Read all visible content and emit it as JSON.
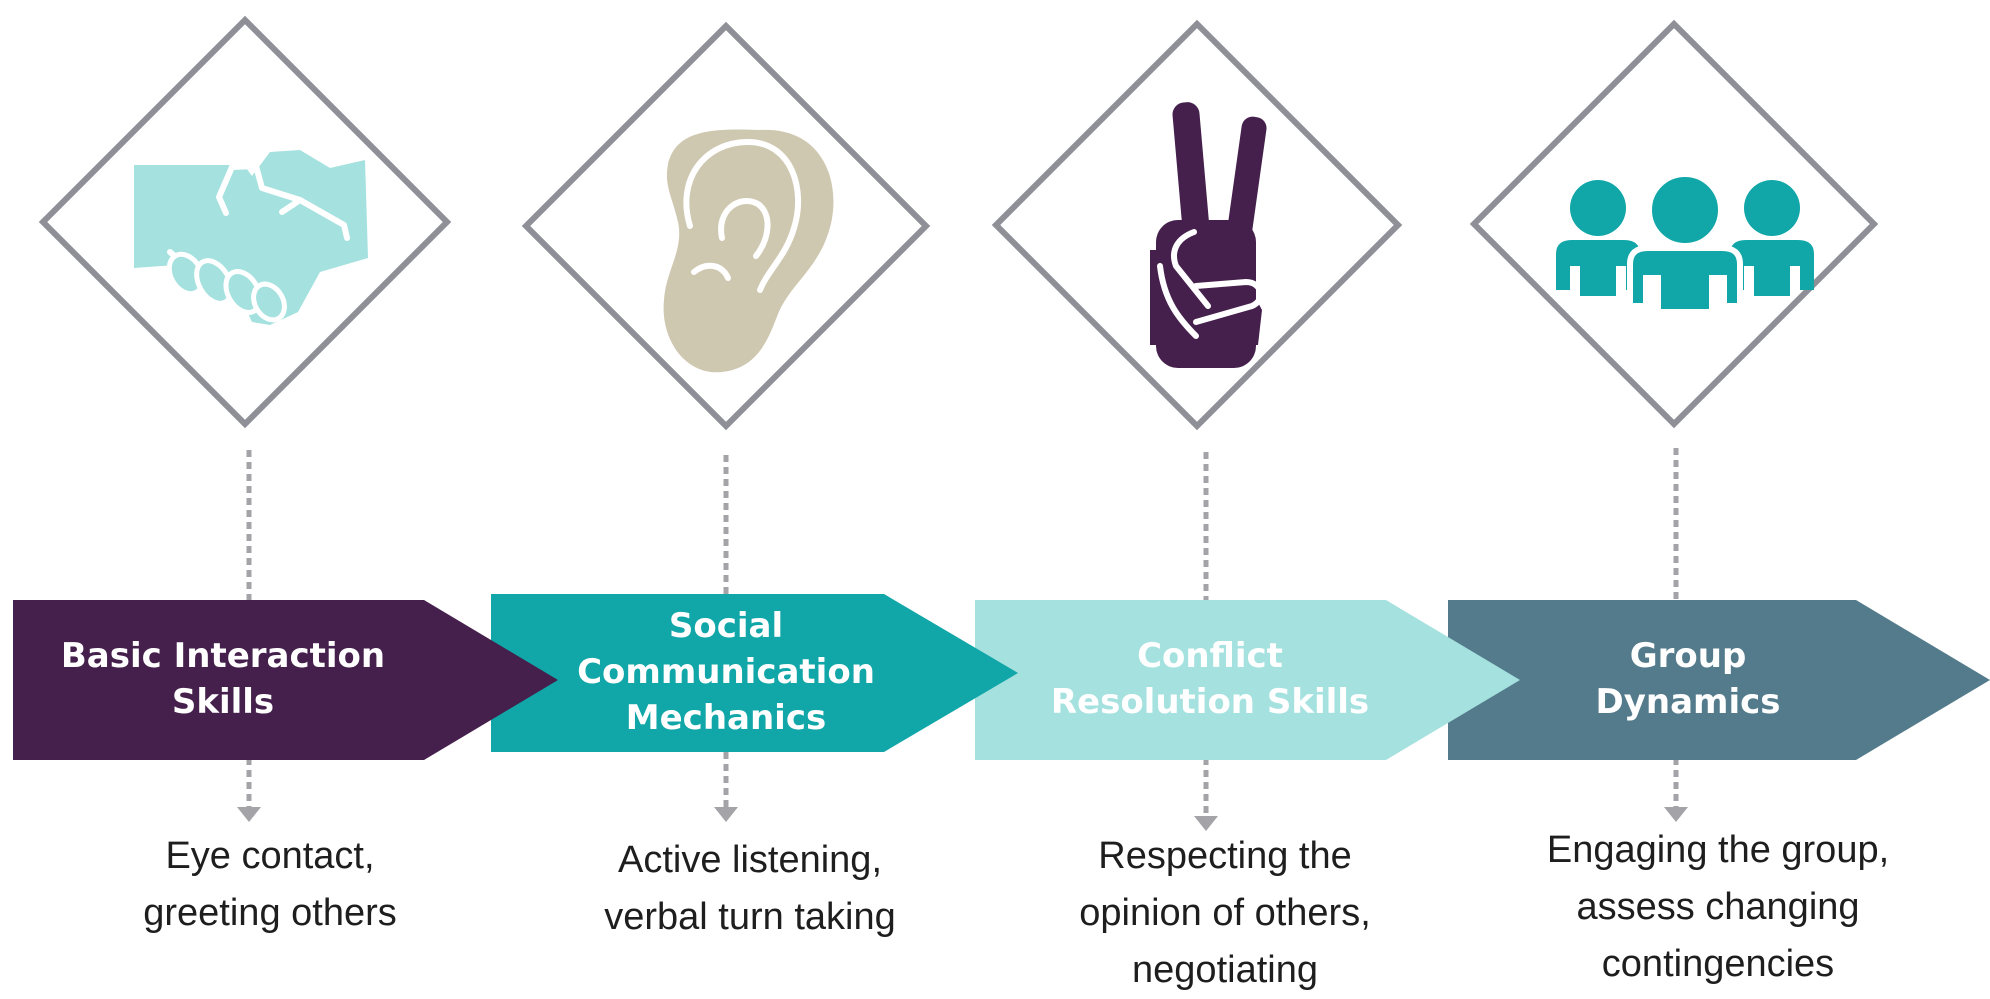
{
  "colors": {
    "outline": "#8f9097",
    "connector": "#a3a3a8",
    "purple": "#45204c",
    "teal": "#11a6a8",
    "light_teal": "#a4e1df",
    "slate": "#547b8b",
    "ear": "#cfc8b1"
  },
  "steps": [
    {
      "title": "Basic Interaction\nSkills",
      "description": "Eye contact,\ngreeting others",
      "icon": "handshake-icon",
      "color": "#45204c",
      "title_color": "#ffffff"
    },
    {
      "title": "Social\nCommunication\nMechanics",
      "description": "Active listening,\nverbal turn taking",
      "icon": "ear-icon",
      "color": "#11a6a8",
      "title_color": "#ffffff"
    },
    {
      "title": "Conflict\nResolution Skills",
      "description": "Respecting the\nopinion of others,\nnegotiating",
      "icon": "peace-hand-icon",
      "color": "#a4e1df",
      "title_color": "#ffffff"
    },
    {
      "title": "Group\nDynamics",
      "description": "Engaging the group,\nassess changing\ncontingencies",
      "icon": "group-people-icon",
      "color": "#547b8b",
      "title_color": "#ffffff"
    }
  ]
}
